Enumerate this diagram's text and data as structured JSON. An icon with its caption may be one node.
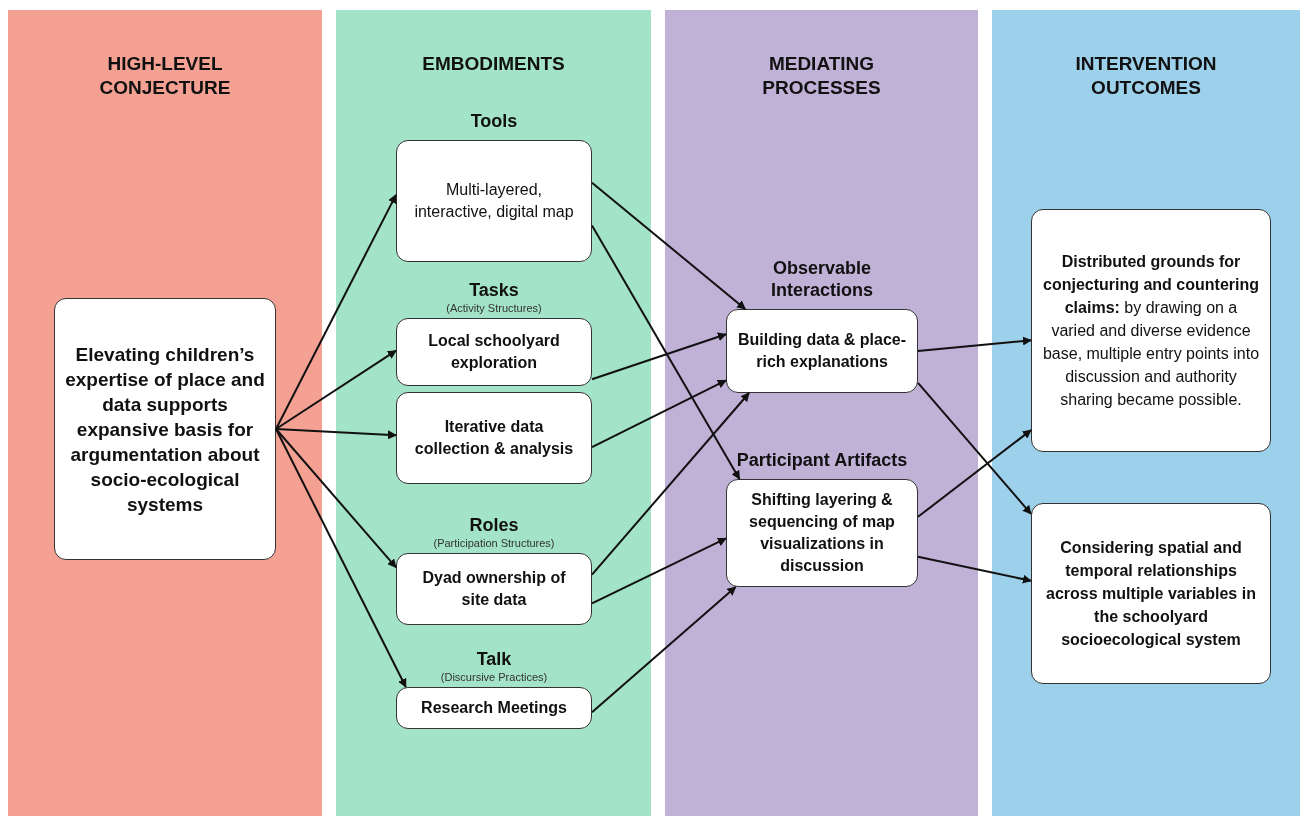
{
  "diagram": {
    "nodes": [
      {
        "text": [
          "HIGH-LEVEL CONJECTURE"
        ]
      },
      {
        "text": [
          "Elevating children’s expertise of place and data supports expansive basis for argumentation about socio-ecological systems"
        ],
        "in": 0
      },
      {
        "text": [
          "EMBODIMENTS"
        ]
      },
      {
        "text": [
          "Tools",
          "Multi-layered, interactive, digital map"
        ],
        "in": 2
      },
      {
        "text": [
          "Tasks",
          "(Activity Structures)",
          "Local schoolyard exploration"
        ],
        "in": 2
      },
      {
        "text": [
          "Iterative data collection & analysis"
        ],
        "in": 2
      },
      {
        "text": [
          "Roles",
          "(Participation Structures)",
          "Dyad ownership of site data"
        ],
        "in": 2
      },
      {
        "text": [
          "Talk",
          "(Discursive Practices)",
          "Research Meetings"
        ],
        "in": 2
      },
      {
        "text": [
          "MEDIATING PROCESSES"
        ]
      },
      {
        "text": [
          "Observable Interactions",
          "Building data & place-rich explanations"
        ],
        "in": 8
      },
      {
        "text": [
          "Participant Artifacts",
          "Shifting layering & sequencing of map visualizations in discussion"
        ],
        "in": 8
      },
      {
        "text": [
          "INTERVENTION OUTCOMES"
        ]
      },
      {
        "text": [
          "**Distributed grounds for conjecturing and countering claims:** by drawing on a varied and diverse evidence base, multiple entry points into discussion and authority sharing became possible."
        ],
        "in": 11
      },
      {
        "text": [
          "Considering spatial and temporal relationships across multiple variables in the schoolyard socioecological system"
        ],
        "in": 11
      }
    ],
    "edges": [
      {
        "from": 1,
        "to": 3,
        "arrow": "to"
      },
      {
        "from": 1,
        "to": 4,
        "arrow": "to"
      },
      {
        "from": 1,
        "to": 5,
        "arrow": "to"
      },
      {
        "from": 1,
        "to": 6,
        "arrow": "to"
      },
      {
        "from": 1,
        "to": 7,
        "arrow": "to"
      },
      {
        "from": 3,
        "to": 9,
        "arrow": "to"
      },
      {
        "from": 3,
        "to": 10,
        "arrow": "to"
      },
      {
        "from": 4,
        "to": 9,
        "arrow": "to"
      },
      {
        "from": 5,
        "to": 9,
        "arrow": "to"
      },
      {
        "from": 6,
        "to": 9,
        "arrow": "to"
      },
      {
        "from": 6,
        "to": 10,
        "arrow": "to"
      },
      {
        "from": 7,
        "to": 10,
        "arrow": "to"
      },
      {
        "from": 9,
        "to": 12,
        "arrow": "to"
      },
      {
        "from": 9,
        "to": 13,
        "arrow": "to"
      },
      {
        "from": 10,
        "to": 12,
        "arrow": "to"
      },
      {
        "from": 10,
        "to": 13,
        "arrow": "to"
      }
    ]
  }
}
